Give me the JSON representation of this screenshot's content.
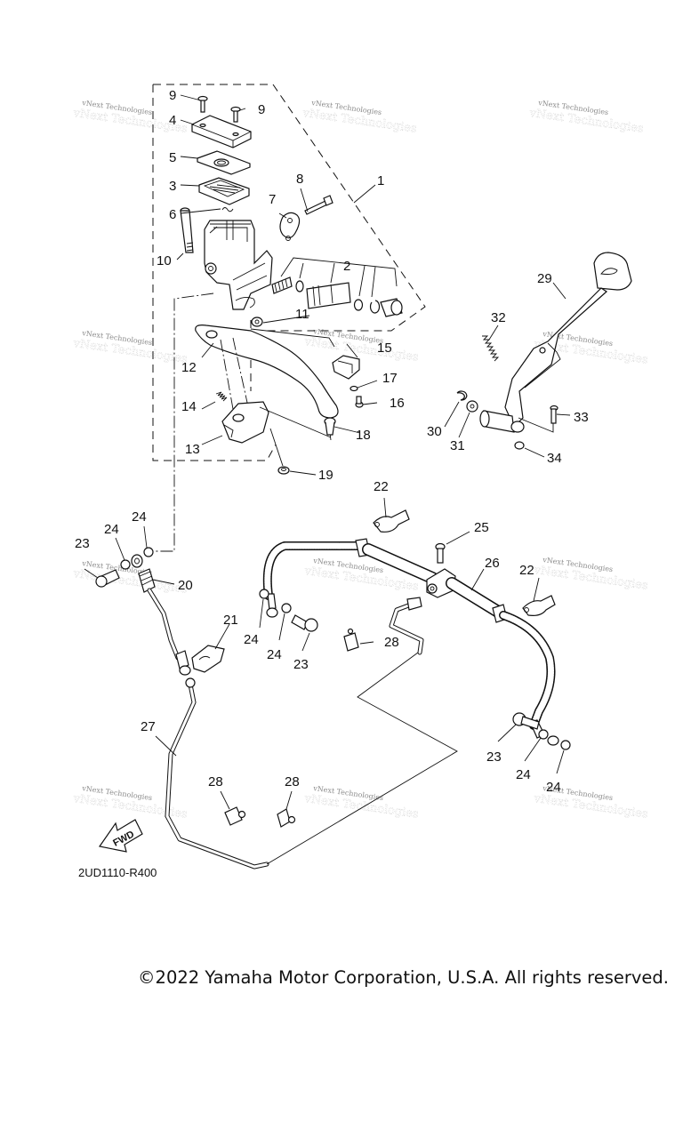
{
  "diagram": {
    "title": "Clutch master cylinder / rear brake pedal exploded parts diagram",
    "diagram_code": "2UD1110-R400",
    "direction_arrow_label": "FWD",
    "watermark_text": "vNext Technologies",
    "callouts": [
      {
        "id": "c1",
        "number": "1"
      },
      {
        "id": "c2",
        "number": "2"
      },
      {
        "id": "c3",
        "number": "3"
      },
      {
        "id": "c4",
        "number": "4"
      },
      {
        "id": "c5",
        "number": "5"
      },
      {
        "id": "c6",
        "number": "6"
      },
      {
        "id": "c7",
        "number": "7"
      },
      {
        "id": "c8",
        "number": "8"
      },
      {
        "id": "c9a",
        "number": "9"
      },
      {
        "id": "c9b",
        "number": "9"
      },
      {
        "id": "c10",
        "number": "10"
      },
      {
        "id": "c11",
        "number": "11"
      },
      {
        "id": "c12",
        "number": "12"
      },
      {
        "id": "c13",
        "number": "13"
      },
      {
        "id": "c14",
        "number": "14"
      },
      {
        "id": "c15",
        "number": "15"
      },
      {
        "id": "c16",
        "number": "16"
      },
      {
        "id": "c17",
        "number": "17"
      },
      {
        "id": "c18",
        "number": "18"
      },
      {
        "id": "c19",
        "number": "19"
      },
      {
        "id": "c20",
        "number": "20"
      },
      {
        "id": "c21",
        "number": "21"
      },
      {
        "id": "c22a",
        "number": "22"
      },
      {
        "id": "c22b",
        "number": "22"
      },
      {
        "id": "c23a",
        "number": "23"
      },
      {
        "id": "c23b",
        "number": "23"
      },
      {
        "id": "c23c",
        "number": "23"
      },
      {
        "id": "c24a",
        "number": "24"
      },
      {
        "id": "c24b",
        "number": "24"
      },
      {
        "id": "c24c",
        "number": "24"
      },
      {
        "id": "c24d",
        "number": "24"
      },
      {
        "id": "c24e",
        "number": "24"
      },
      {
        "id": "c24f",
        "number": "24"
      },
      {
        "id": "c25",
        "number": "25"
      },
      {
        "id": "c26",
        "number": "26"
      },
      {
        "id": "c27",
        "number": "27"
      },
      {
        "id": "c28a",
        "number": "28"
      },
      {
        "id": "c28b",
        "number": "28"
      },
      {
        "id": "c28c",
        "number": "28"
      },
      {
        "id": "c29",
        "number": "29"
      },
      {
        "id": "c30",
        "number": "30"
      },
      {
        "id": "c31",
        "number": "31"
      },
      {
        "id": "c32",
        "number": "32"
      },
      {
        "id": "c33",
        "number": "33"
      },
      {
        "id": "c34",
        "number": "34"
      }
    ]
  },
  "footer": {
    "copyright": "©2022 Yamaha Motor Corporation, U.S.A. All rights reserved."
  }
}
